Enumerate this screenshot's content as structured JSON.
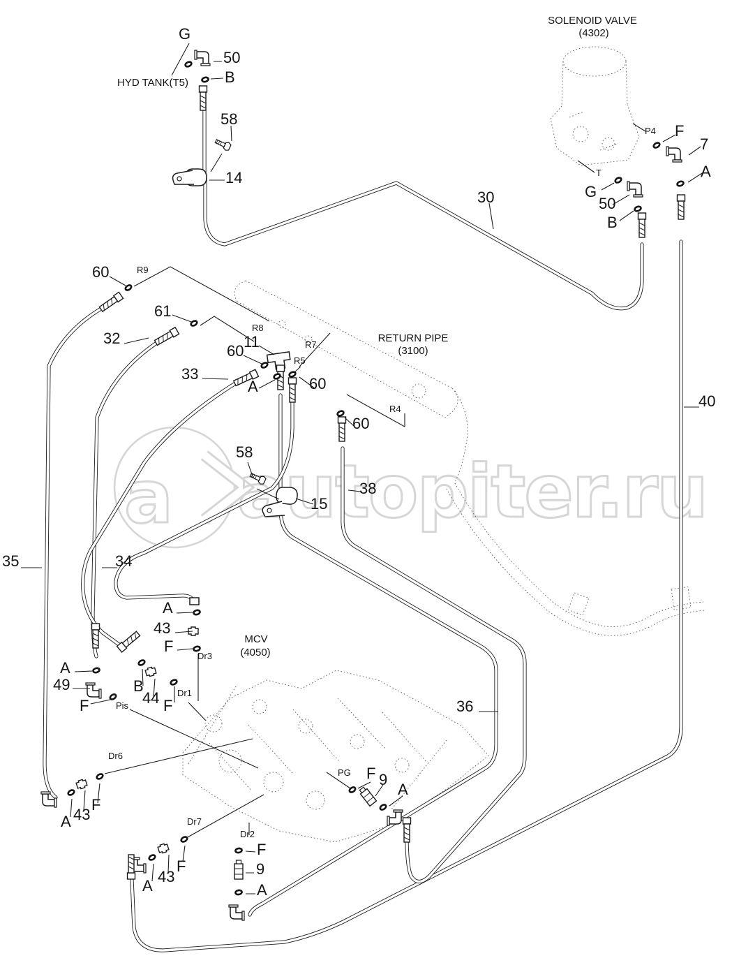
{
  "page": {
    "background": "#ffffff",
    "line_color": "#1c1c1c",
    "watermark_color": "#d6d6d6"
  },
  "watermark": {
    "text": "autopiter.ru",
    "logo": "a-chevron-logo"
  },
  "components": {
    "solenoid_valve": {
      "name": "SOLENOID VALVE",
      "code": "(4302)"
    },
    "hyd_tank": {
      "name": "HYD TANK(T5)"
    },
    "return_pipe": {
      "name": "RETURN PIPE",
      "code": "(3100)"
    },
    "mcv": {
      "name": "MCV",
      "code": "(4050)"
    }
  },
  "parts": {
    "g_top": "G",
    "n50_top": "50",
    "b_top": "B",
    "n58_top": "58",
    "n14": "14",
    "n30": "30",
    "f_p4": "F",
    "n7": "7",
    "a_p4": "A",
    "g_t": "G",
    "n50_t": "50",
    "b_t": "B",
    "n60_r9": "60",
    "n61": "61",
    "n32": "32",
    "n11": "11",
    "n60_r8": "60",
    "n33": "33",
    "a_r5": "A",
    "n60_r5": "60",
    "n60_r4": "60",
    "n58_mid": "58",
    "n38": "38",
    "n15": "15",
    "n35": "35",
    "n34": "34",
    "a_dr3": "A",
    "n43_dr3": "43",
    "f_dr3": "F",
    "a_pis": "A",
    "n49": "49",
    "f_pis": "F",
    "b_44": "B",
    "n44": "44",
    "f_dr1": "F",
    "f_dr6": "F",
    "n43_dr6": "43",
    "a_dr6": "A",
    "f_dr7": "F",
    "n43_dr7": "43",
    "a_dr7": "A",
    "f_dr2": "F",
    "n9_dr2": "9",
    "a_dr2": "A",
    "f_pg": "F",
    "n9_pg": "9",
    "a_pg": "A",
    "n36": "36",
    "n40": "40"
  },
  "ports": {
    "p4": "P4",
    "t": "T",
    "r9": "R9",
    "r8": "R8",
    "r7": "R7",
    "r5": "R5",
    "r4": "R4",
    "dr3": "Dr3",
    "dr1": "Dr1",
    "pis": "Pis",
    "dr6": "Dr6",
    "dr7": "Dr7",
    "dr2": "Dr2",
    "pg": "PG"
  }
}
